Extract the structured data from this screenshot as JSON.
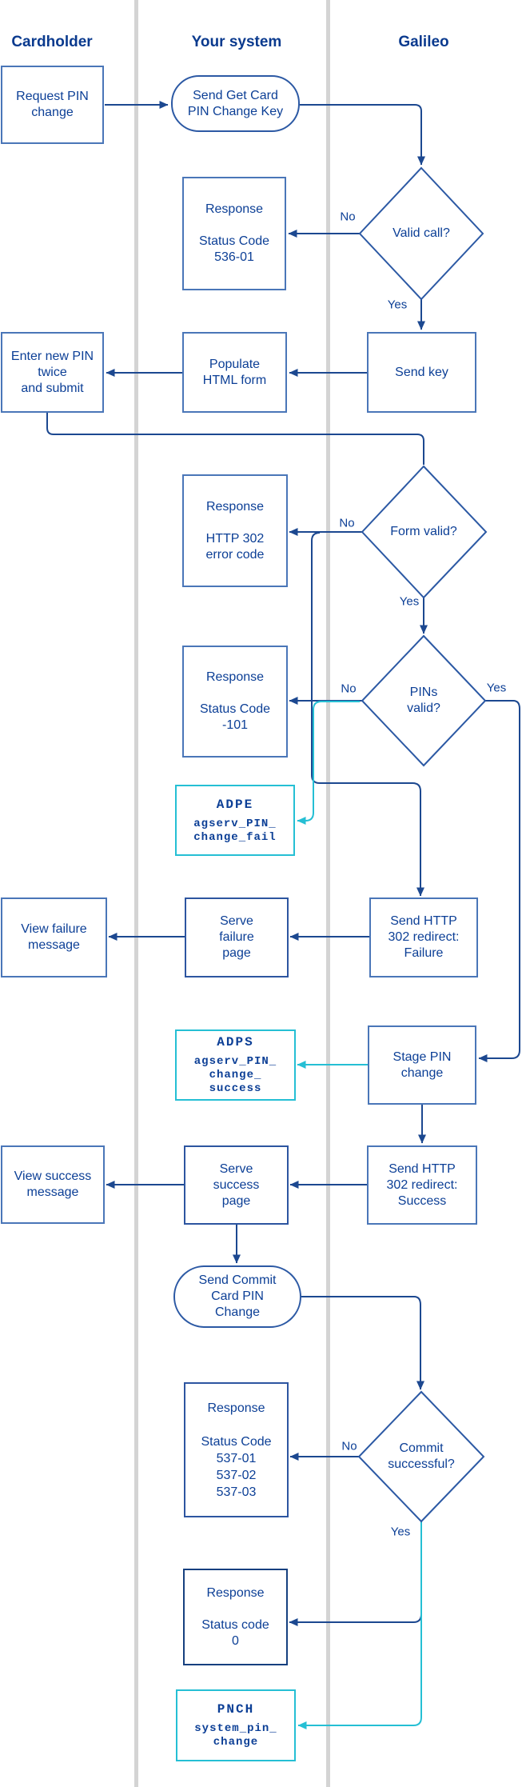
{
  "lanes": {
    "cardholder": "Cardholder",
    "your_system": "Your system",
    "galileo": "Galileo"
  },
  "nodes": {
    "request_pin": {
      "label": "Request PIN\nchange"
    },
    "send_get_key": {
      "label": "Send Get Card\nPIN Change Key"
    },
    "valid_call": {
      "label": "Valid call?"
    },
    "response_536": {
      "label": "Response\n\nStatus Code\n536-01"
    },
    "send_key": {
      "label": "Send key"
    },
    "populate_form": {
      "label": "Populate\nHTML form"
    },
    "enter_pin": {
      "label": "Enter new PIN\ntwice\nand submit"
    },
    "form_valid": {
      "label": "Form valid?"
    },
    "response_302": {
      "label": "Response\n\nHTTP 302\nerror code"
    },
    "pins_valid": {
      "label": "PINs\nvalid?"
    },
    "response_101": {
      "label": "Response\n\nStatus Code\n-101"
    },
    "adpe": {
      "title": "ADPE",
      "body": "agserv_PIN_\nchange_fail"
    },
    "send_failure": {
      "label": "Send HTTP\n302 redirect:\nFailure"
    },
    "serve_failure": {
      "label": "Serve\nfailure\npage"
    },
    "view_failure": {
      "label": "View failure\nmessage"
    },
    "adps": {
      "title": "ADPS",
      "body": "agserv_PIN_\nchange_\nsuccess"
    },
    "stage_pin": {
      "label": "Stage PIN\nchange"
    },
    "send_success": {
      "label": "Send HTTP\n302 redirect:\nSuccess"
    },
    "serve_success": {
      "label": "Serve\nsuccess\npage"
    },
    "view_success": {
      "label": "View success\nmessage"
    },
    "send_commit": {
      "label": "Send Commit\nCard PIN\nChange"
    },
    "commit_ok": {
      "label": "Commit\nsuccessful?"
    },
    "response_537": {
      "label": "Response\n\nStatus Code\n537-01\n537-02\n537-03"
    },
    "response_0": {
      "label": "Response\n\nStatus code\n0"
    },
    "pnch": {
      "title": "PNCH",
      "body": "system_pin_\nchange"
    }
  },
  "branch_labels": {
    "valid_call_no": "No",
    "valid_call_yes": "Yes",
    "form_valid_no": "No",
    "form_valid_yes": "Yes",
    "pins_valid_no": "No",
    "pins_valid_yes": "Yes",
    "commit_no": "No",
    "commit_yes": "Yes"
  },
  "colors": {
    "navy_text": "#0c3f96",
    "line": "#1c4890",
    "box_border": "#4a76b8",
    "diamond_border": "#2c59a4",
    "event_border": "#25bfd4",
    "lane_divider": "#d4d4d4"
  }
}
